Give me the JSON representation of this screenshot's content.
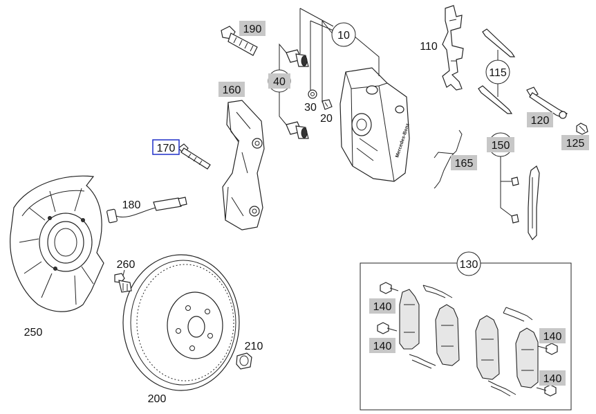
{
  "labels": {
    "l10": "10",
    "l20": "20",
    "l30": "30",
    "l40": "40",
    "l110": "110",
    "l115": "115",
    "l120": "120",
    "l125": "125",
    "l130": "130",
    "l140a": "140",
    "l140b": "140",
    "l140c": "140",
    "l140d": "140",
    "l150": "150",
    "l160": "160",
    "l165": "165",
    "l170": "170",
    "l180": "180",
    "l190": "190",
    "l200": "200",
    "l210": "210",
    "l250": "250",
    "l260": "260"
  },
  "caliper_brand": "Mercedes-Benz",
  "colors": {
    "highlight_badge": "#c7c7c7",
    "selected_border": "#1f2fc8",
    "line": "#222222"
  }
}
